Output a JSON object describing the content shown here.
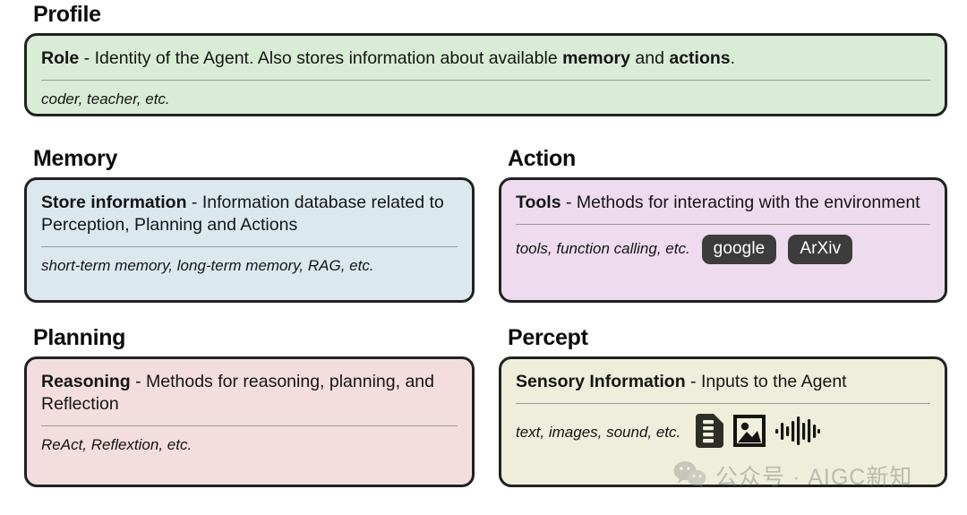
{
  "sections": [
    {
      "id": "profile",
      "title": "Profile",
      "term": "Role",
      "desc_parts": [
        {
          "text": "Role",
          "bold": true
        },
        {
          "text": " - Identity of the Agent. Also stores information about available ",
          "bold": false
        },
        {
          "text": "memory",
          "bold": true
        },
        {
          "text": " and ",
          "bold": false
        },
        {
          "text": "actions",
          "bold": true
        },
        {
          "text": ".",
          "bold": false
        }
      ],
      "examples": "coder, teacher, etc.",
      "color": "#d9ecd5",
      "chips": [],
      "icons": []
    },
    {
      "id": "memory",
      "title": "Memory",
      "term": "Store information",
      "desc_parts": [
        {
          "text": "Store information",
          "bold": true
        },
        {
          "text": " - Information database related to Perception, Planning and Actions",
          "bold": false
        }
      ],
      "examples": "short-term memory, long-term memory, RAG, etc.",
      "color": "#dbe9ef",
      "chips": [],
      "icons": []
    },
    {
      "id": "action",
      "title": "Action",
      "term": "Tools",
      "desc_parts": [
        {
          "text": "Tools",
          "bold": true
        },
        {
          "text": " - Methods for interacting with the environment",
          "bold": false
        }
      ],
      "examples": "tools, function calling, etc.",
      "color": "#eedcee",
      "chips": [
        "google",
        "ArXiv"
      ],
      "icons": []
    },
    {
      "id": "planning",
      "title": "Planning",
      "term": "Reasoning",
      "desc_parts": [
        {
          "text": "Reasoning",
          "bold": true
        },
        {
          "text": " - Methods for reasoning, planning, and Reflection",
          "bold": false
        }
      ],
      "examples": "ReAct, Reflextion, etc.",
      "color": "#f3dedd",
      "chips": [],
      "icons": []
    },
    {
      "id": "percept",
      "title": "Percept",
      "term": "Sensory Information",
      "desc_parts": [
        {
          "text": "Sensory Information",
          "bold": true
        },
        {
          "text": " - Inputs to the Agent",
          "bold": false
        }
      ],
      "examples": "text, images, sound, etc.",
      "color": "#eeeedb",
      "chips": [],
      "icons": [
        "document-icon",
        "image-icon",
        "sound-wave-icon"
      ]
    }
  ],
  "watermark": {
    "text": "公众号 · AIGC新知",
    "logo": "wechat-logo"
  },
  "colors": {
    "border": "#212121",
    "chip_bg": "#3c3c3c",
    "chip_text": "#ffffff",
    "divider": "#9a9a9a",
    "page_bg": "#ffffff",
    "text": "#111111"
  }
}
